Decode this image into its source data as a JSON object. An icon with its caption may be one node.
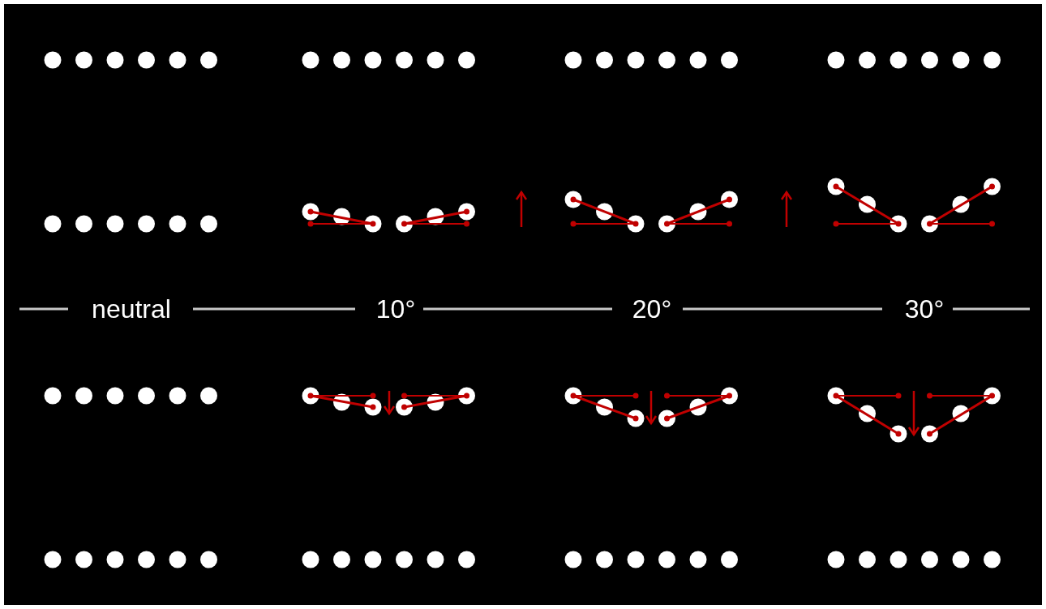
{
  "diagram": {
    "labels": [
      "neutral",
      "10°",
      "20°",
      "30°"
    ]
  }
}
